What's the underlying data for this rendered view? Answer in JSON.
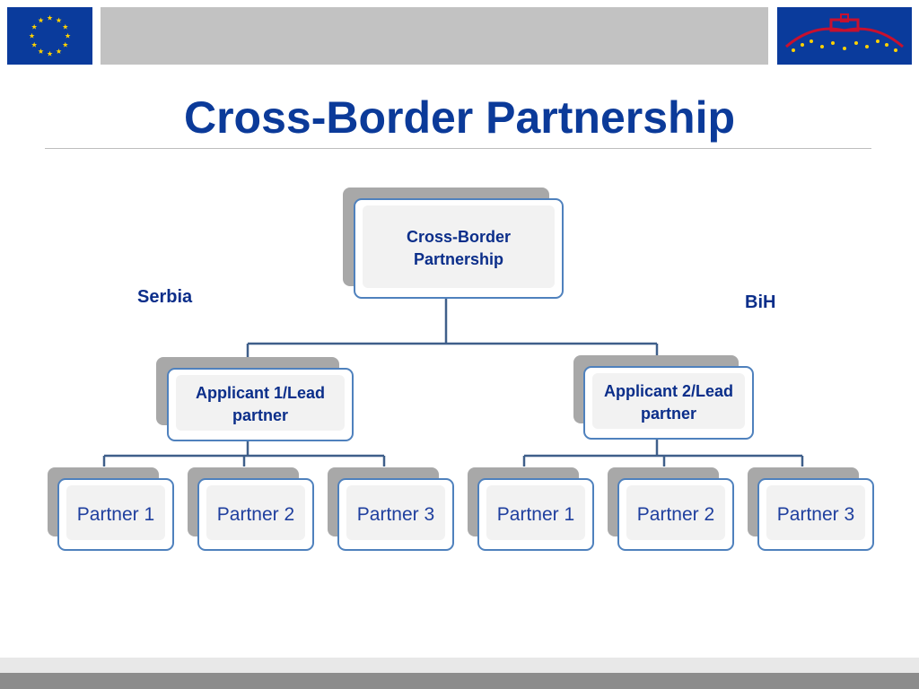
{
  "header": {
    "title": "Cross-Border Partnership"
  },
  "diagram": {
    "root": {
      "label": "Cross-Border\nPartnership"
    },
    "regions": {
      "left": "Serbia",
      "right": "BiH"
    },
    "applicants": [
      {
        "label": "Applicant 1/Lead\npartner"
      },
      {
        "label": "Applicant 2/Lead\npartner"
      }
    ],
    "partners": [
      {
        "label": "Partner 1"
      },
      {
        "label": "Partner 2"
      },
      {
        "label": "Partner 3"
      },
      {
        "label": "Partner 1"
      },
      {
        "label": "Partner 2"
      },
      {
        "label": "Partner 3"
      }
    ]
  },
  "colors": {
    "title": "#0b3a99",
    "node_border": "#4f81bd",
    "eu_blue": "#0a3b9c",
    "eu_star": "#ffd200",
    "logo_arch": "#c8102e"
  },
  "icons": {
    "left_logo": "eu-flag-icon",
    "right_logo": "program-logo-icon"
  }
}
